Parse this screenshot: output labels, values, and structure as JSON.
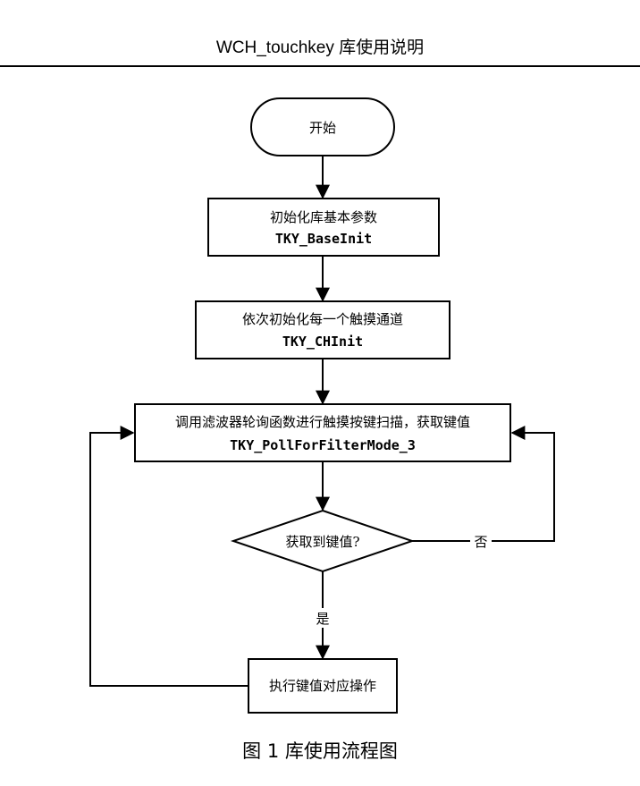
{
  "header": {
    "title": "WCH_touchkey 库使用说明"
  },
  "flowchart": {
    "start": "开始",
    "step1": {
      "label": "初始化库基本参数",
      "code": "TKY_BaseInit"
    },
    "step2": {
      "label": "依次初始化每一个触摸通道",
      "code": "TKY_CHInit"
    },
    "step3": {
      "label": "调用滤波器轮询函数进行触摸按键扫描，获取键值",
      "code": "TKY_PollForFilterMode_3"
    },
    "decision": "获取到键值?",
    "no_label": "否",
    "yes_label": "是",
    "step4": {
      "label": "执行键值对应操作"
    }
  },
  "caption": "图 1 库使用流程图"
}
